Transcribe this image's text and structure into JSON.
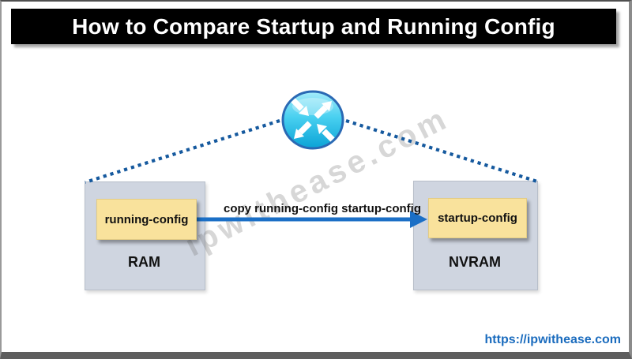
{
  "title": "How to Compare Startup and Running Config",
  "watermark_text": "ipwithease.com",
  "footer": {
    "link_text": "https://ipwithease.com"
  },
  "diagram": {
    "command_label": "copy running-config startup-config",
    "router_icon": "cisco-router-icon",
    "ram": {
      "memory_label": "RAM",
      "config_label": "running-config"
    },
    "nvram": {
      "memory_label": "NVRAM",
      "config_label": "startup-config"
    }
  },
  "colors": {
    "banner_bg": "#000000",
    "banner_text": "#ffffff",
    "arrow_blue": "#1b6fc6",
    "dotted_blue": "#15599e",
    "memory_box_bg": "#cfd5e0",
    "memory_box_border": "#b7bec9",
    "config_box_bg": "#f9e29c",
    "config_box_border": "#e3cc85",
    "router_ring": "#2a69b4",
    "link_blue": "#1b6cbe",
    "text_dark": "#111111"
  }
}
